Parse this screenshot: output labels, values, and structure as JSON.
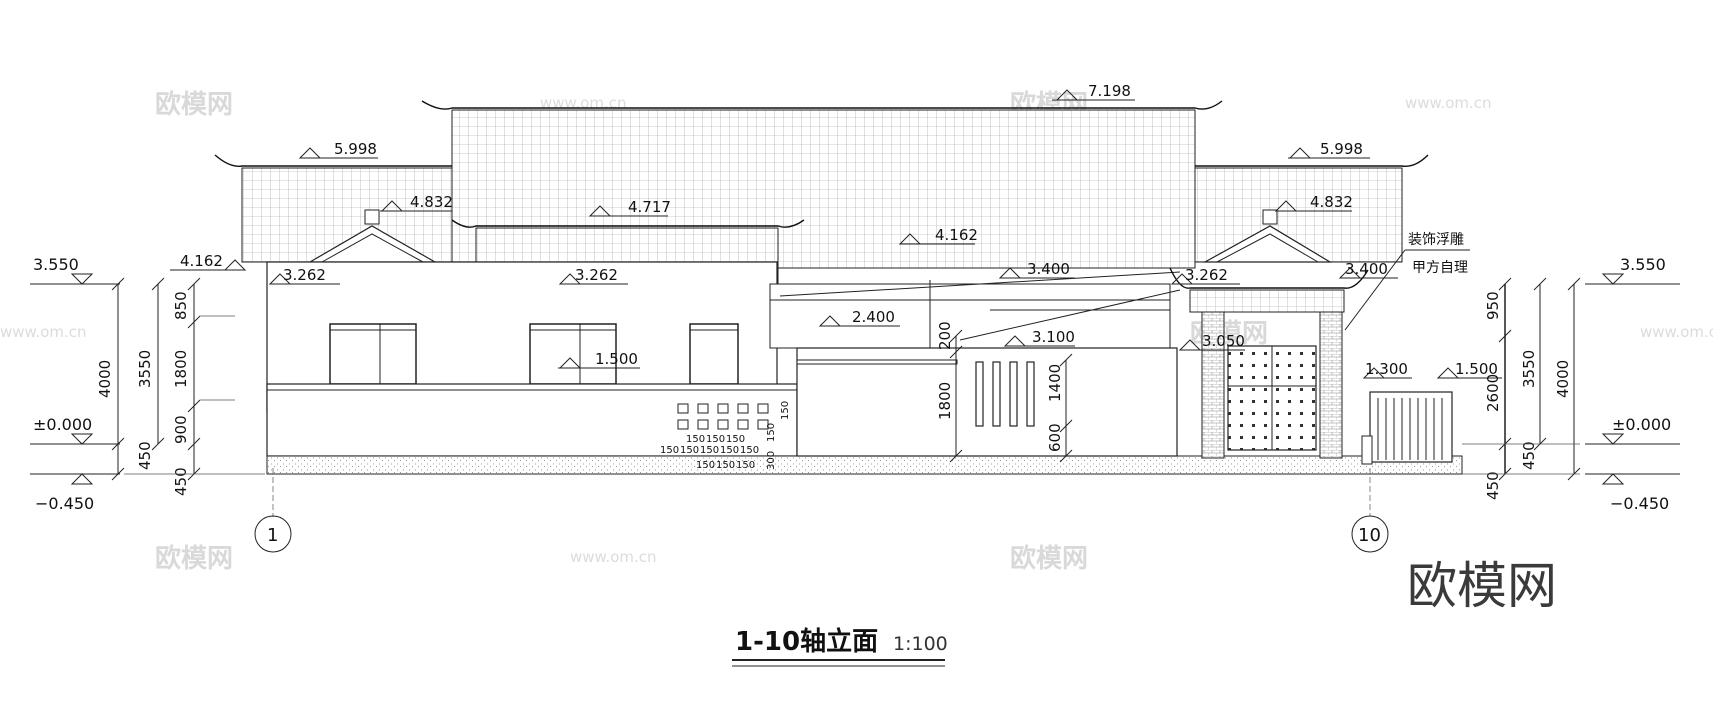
{
  "drawing": {
    "title": "1-10轴立面",
    "scale": "1:100",
    "brand_watermark": "欧模网",
    "watermark_text": "欧模网",
    "watermark_url": "www.om.cn",
    "annotation_line1": "装饰浮雕",
    "annotation_line2": "甲方自理"
  },
  "axes": {
    "left": "1",
    "right": "10"
  },
  "elevations": {
    "ridge_main": "7.198",
    "ridge_left": "5.998",
    "ridge_right": "5.998",
    "gable_left": "4.832",
    "gable_right": "4.832",
    "mid_roof": "4.717",
    "eave_center": "4.162",
    "eave_left": "4.162",
    "left_wing_eave": "3.262",
    "mid_eave": "3.262",
    "right_eave": "3.262",
    "canopy": "3.400",
    "gate_roof": "3.400",
    "beam": "2.400",
    "beam2": "3.100",
    "gate_lintel": "3.050",
    "left_wall_top": "1.500",
    "right_wall_top": "1.500",
    "right_low": "1.300",
    "left_top": "3.550",
    "right_top": "3.550",
    "left_zero": "±0.000",
    "right_zero": "±0.000",
    "left_bottom": "−0.450",
    "right_bottom": "−0.450"
  },
  "dimensions": {
    "left_outer": "4000",
    "left_mid": "3550",
    "left_b": "450",
    "left_base": "450",
    "left_850": "850",
    "left_1800": "1800",
    "left_900": "900",
    "right_outer": "4000",
    "right_mid": "3550",
    "right_950": "950",
    "right_2600": "2600",
    "right_450a": "450",
    "right_450b": "450",
    "mid_200": "200",
    "mid_1800": "1800",
    "mid_1400": "1400",
    "mid_600": "600",
    "grille_150": "150",
    "grille_300": "300"
  }
}
